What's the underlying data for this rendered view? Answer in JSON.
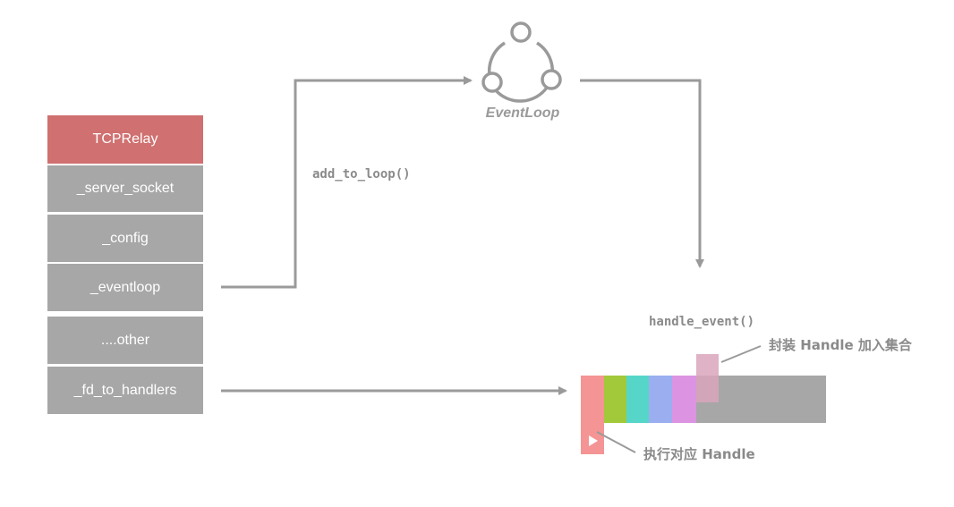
{
  "tcprelay": {
    "title": "TCPRelay",
    "fields": [
      "_server_socket",
      "_config",
      "_eventloop",
      "....other",
      "_fd_to_handlers"
    ]
  },
  "eventloop": {
    "label": "EventLoop",
    "icon": "cycle-icon"
  },
  "calls": {
    "add_to_loop": "add_to_loop()",
    "handle_event": "handle_event()"
  },
  "notes": {
    "wrap_handle": "封装 Handle 加入集合",
    "exec_handle": "执行对应 Handle"
  },
  "handler_queue": {
    "segment_colors": [
      "#f59494",
      "#a1c93a",
      "#55d6c8",
      "#9aaef0",
      "#dc94e2"
    ],
    "new_item_color": "#d9a5bb",
    "bar_color": "#a7a7a7"
  },
  "colors": {
    "header": "#d07070",
    "field": "#a7a7a7",
    "line": "#9a9a9a"
  }
}
